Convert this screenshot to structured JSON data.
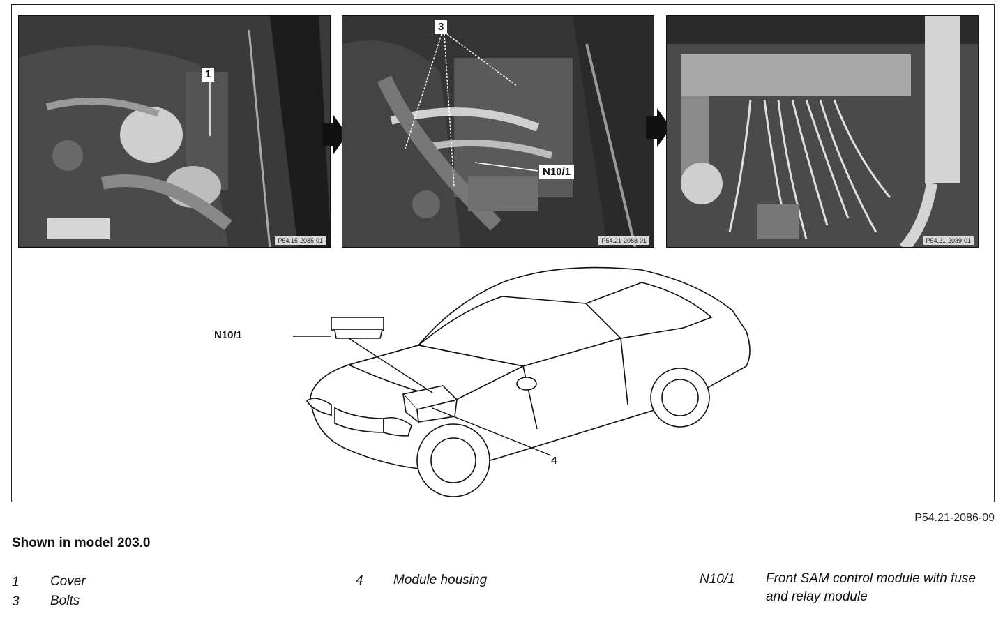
{
  "photos": [
    {
      "callout": "1",
      "code": "P54.15-2085-01"
    },
    {
      "callout": "3",
      "callout2": "N10/1",
      "code": "P54.21-2088-01"
    },
    {
      "code": "P54.21-2089-01"
    }
  ],
  "car_diagram": {
    "label_module": "N10/1",
    "label_housing": "4"
  },
  "figure_code": "P54.21-2086-09",
  "shown_in": "Shown in model 203.0",
  "legend": [
    {
      "num": "1",
      "text": "Cover"
    },
    {
      "num": "3",
      "text": "Bolts"
    },
    {
      "num": "4",
      "text": "Module housing"
    },
    {
      "num": "N10/1",
      "text": "Front SAM control module with fuse and relay module"
    }
  ]
}
